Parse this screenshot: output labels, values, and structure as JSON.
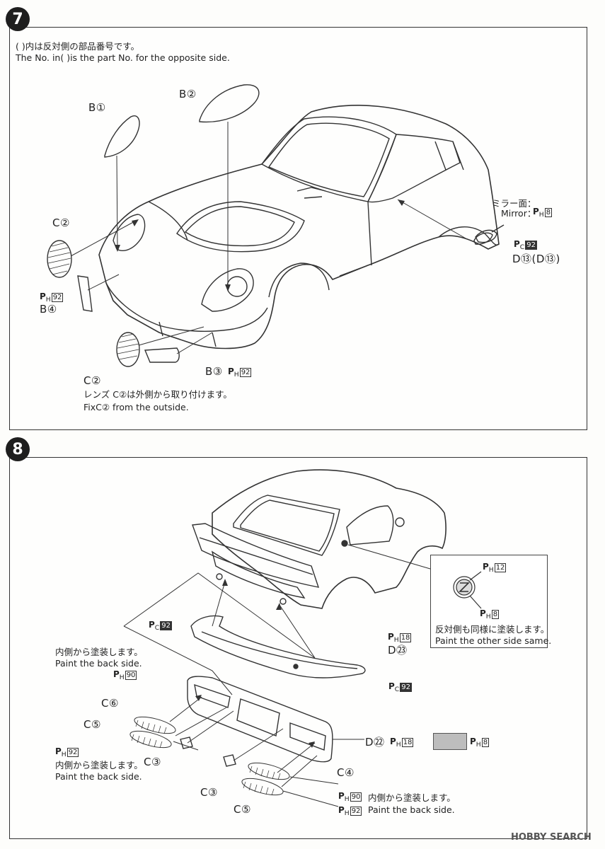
{
  "step7": {
    "number": "7",
    "note_jp": "( )内は反対側の部品番号です。",
    "note_en": "The No. in( )is the part No. for the opposite side.",
    "labels": {
      "b1": "B①",
      "b2": "B②",
      "c2_left": "C②",
      "b4": "B④",
      "c2_bottom": "C②",
      "b3": "B③",
      "d13": "D⑬(D⑬)",
      "mirror_jp": "ミラー面：",
      "mirror_en": "Mirror："
    },
    "paints": {
      "b4_paint": "H",
      "b4_code": "92",
      "b3_paint": "H",
      "b3_code": "92",
      "mirror_paint": "H",
      "mirror_code": "8",
      "d13_paint": "C",
      "d13_code": "92"
    },
    "lens_note_jp": "レンズ C②は外側から取り付けます。",
    "lens_note_en": "FixC② from the outside."
  },
  "step8": {
    "number": "8",
    "labels": {
      "c6": "C⑥",
      "c5_left": "C⑤",
      "c3_left": "C③",
      "c3_bottom": "C③",
      "c5_bottom": "C⑤",
      "c4": "C④",
      "d22": "D㉒",
      "d23": "D㉓"
    },
    "paints": {
      "spoiler_paint": "C",
      "spoiler_code": "92",
      "d23_paint": "H",
      "d23_code": "18",
      "d23b_paint": "C",
      "d23b_code": "92",
      "c6_paint": "H",
      "c6_code": "90",
      "c5_paint": "H",
      "c5_code": "92",
      "d22_paint": "H",
      "d22_code": "18",
      "c4_paint": "H",
      "c4_code": "90",
      "c5b_paint": "H",
      "c5b_code": "92",
      "swatch_paint": "H",
      "swatch_code": "8",
      "emblem_paint1": "H",
      "emblem_code1": "12",
      "emblem_paint2": "H",
      "emblem_code2": "8"
    },
    "back_note1_jp": "内側から塗装します。",
    "back_note1_en": "Paint the back side.",
    "back_note2_jp": "内側から塗装します。",
    "back_note2_en": "Paint the back side.",
    "back_note3_jp": "内側から塗装します。",
    "back_note3_en": "Paint the back side.",
    "emblem_note_jp": "反対側も同様に塗装します。",
    "emblem_note_en": "Paint the other side same."
  },
  "watermark": "HOBBY SEARCH",
  "colors": {
    "ink": "#222222",
    "swatch": "#bdbdbd",
    "badge": "#1e1e1e"
  }
}
